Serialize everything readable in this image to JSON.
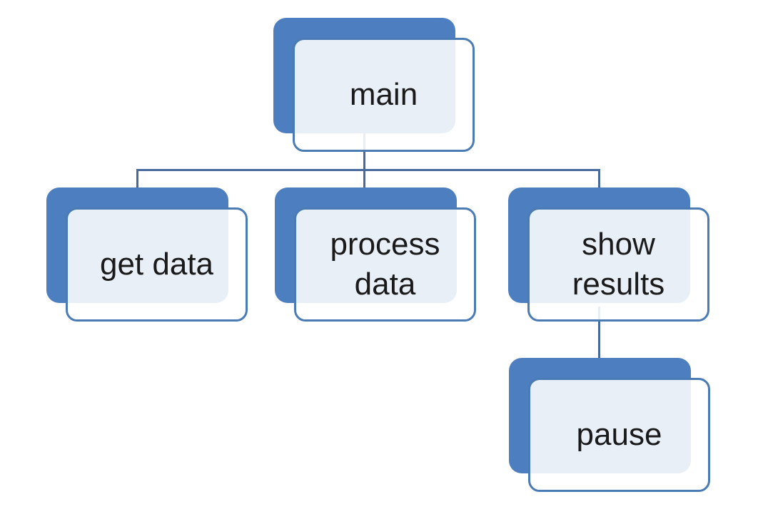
{
  "diagram": {
    "type": "hierarchy",
    "nodes": [
      {
        "id": "main",
        "label": "main",
        "parent": null,
        "children": [
          "get-data",
          "process-data",
          "show-results"
        ]
      },
      {
        "id": "get-data",
        "label": "get data",
        "parent": "main",
        "children": []
      },
      {
        "id": "process-data",
        "label": "process data",
        "parent": "main",
        "children": []
      },
      {
        "id": "show-results",
        "label": "show results",
        "parent": "main",
        "children": [
          "pause"
        ]
      },
      {
        "id": "pause",
        "label": "pause",
        "parent": "show-results",
        "children": []
      }
    ],
    "edges": [
      [
        "main",
        "get data"
      ],
      [
        "main",
        "process data"
      ],
      [
        "main",
        "show results"
      ],
      [
        "show results",
        "pause"
      ]
    ],
    "colors": {
      "node_back_fill": "#4d7ebf",
      "node_front_border": "#4b7bb5",
      "node_front_fill": "rgba(255,255,255,0.875)",
      "node_overlap_tint": "#e9eef7",
      "connector": "#48699e",
      "text": "#1a1a1a",
      "background": "#ffffff"
    }
  }
}
